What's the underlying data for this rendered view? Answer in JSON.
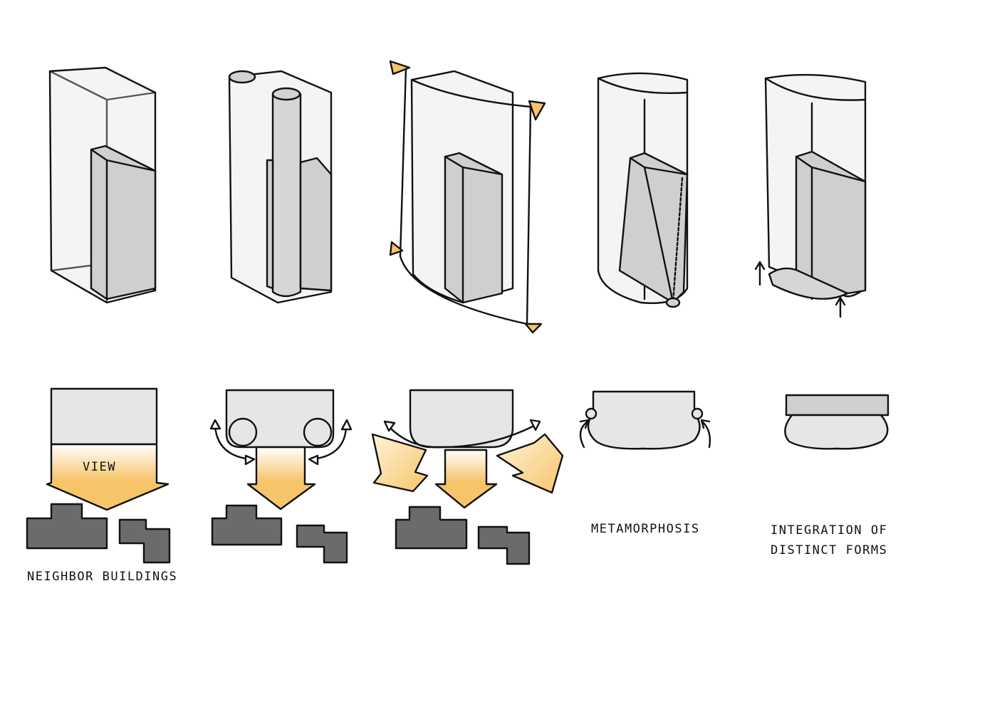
{
  "labels": {
    "view": "VIEW",
    "neighbor_buildings": "NEIGHBOR BUILDINGS",
    "metamorphosis": "METAMORPHOSIS",
    "integration_line1": "INTEGRATION OF",
    "integration_line2": "DISTINCT FORMS"
  },
  "colors": {
    "ink": "#111111",
    "volume_fill": "#e6e6e6",
    "slab_fill": "#d2d2d2",
    "neighbor_fill": "#6b6b6b",
    "view_arrow": "#f6c56a",
    "view_arrow_fade": "#ffffff"
  }
}
